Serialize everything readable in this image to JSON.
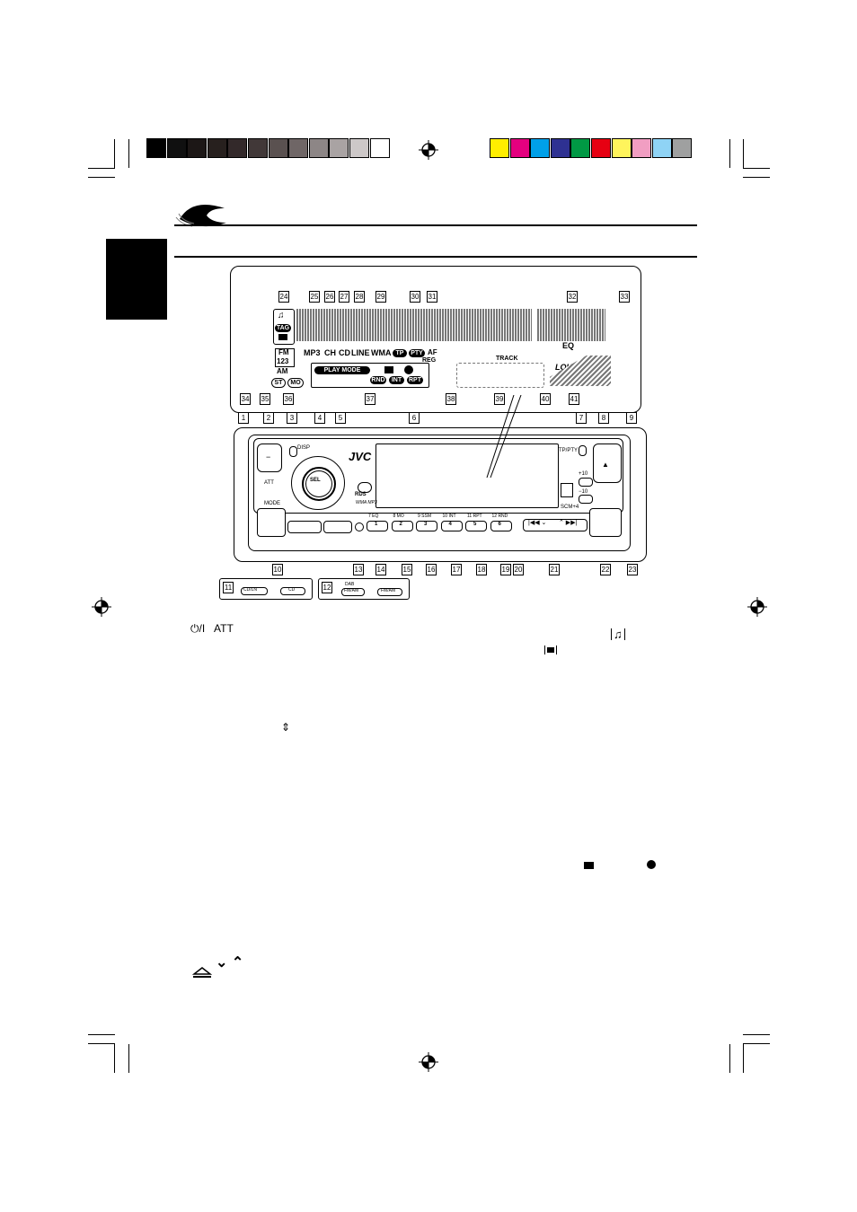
{
  "color_bar": {
    "grays": [
      "#000000",
      "#101010",
      "#1c1716",
      "#27201e",
      "#33292a",
      "#413838",
      "#5a5150",
      "#6f6666",
      "#8d8686",
      "#a9a3a3",
      "#cdc8c8",
      "#ffffff"
    ],
    "colors": [
      "#ffee00",
      "#e4007f",
      "#00a0e9",
      "#2e3192",
      "#009944",
      "#e60012",
      "#fff45c",
      "#f19ec2",
      "#8fd3f5",
      "#9fa0a0"
    ]
  },
  "display": {
    "callouts_top": [
      "24",
      "25",
      "26",
      "27",
      "28",
      "29",
      "30",
      "31",
      "32",
      "33"
    ],
    "callouts_bottom": [
      "34",
      "35",
      "36",
      "37",
      "38",
      "39",
      "40",
      "41"
    ],
    "indicators": {
      "tag": "TAG",
      "mp3": "MP3",
      "ch": "CH",
      "cd": "CD",
      "line": "LINE",
      "wma": "WMA",
      "tp": "TP",
      "pty": "PTY",
      "af": "AF",
      "reg": "REG",
      "eq": "EQ",
      "fm": "FM",
      "fm_num": "123",
      "am": "AM",
      "st": "ST",
      "mo": "MO",
      "play_mode": "PLAY MODE",
      "rnd": "RND",
      "int": "INT",
      "rpt": "RPT",
      "track": "TRACK",
      "loud": "LOUD"
    }
  },
  "unit": {
    "callouts_top": [
      "1",
      "2",
      "3",
      "4",
      "5",
      "6",
      "7",
      "8",
      "9"
    ],
    "callouts_bottom": [
      "10",
      "13",
      "14",
      "15",
      "16",
      "17",
      "18",
      "19",
      "20",
      "21",
      "22",
      "23"
    ],
    "brand": "JVC",
    "sel": "SEL",
    "rds": "RDS",
    "wma_mp3": "WMA MP3",
    "disp": "DISP",
    "tp_pty": "TP/PTY",
    "mode": "MODE",
    "att": "ATT",
    "plus10": "+10",
    "minus10": "−10",
    "scm": "SCM+4",
    "presets": [
      {
        "top": "7 EQ",
        "num": "1"
      },
      {
        "top": "8 MO",
        "num": "2"
      },
      {
        "top": "9 SSM",
        "num": "3"
      },
      {
        "top": "10 INT",
        "num": "4"
      },
      {
        "top": "11 RPT",
        "num": "5"
      },
      {
        "top": "12 RND",
        "num": "6"
      }
    ]
  },
  "variants": {
    "v11": {
      "num": "11",
      "left": "CD/LN",
      "right": "CD"
    },
    "v12": {
      "num": "12",
      "dab": "DAB",
      "left": "FM/AM",
      "right": "FM/AM"
    }
  },
  "text_symbols": {
    "att": "ATT",
    "up_down_arrows": "⌄ ⌃"
  }
}
